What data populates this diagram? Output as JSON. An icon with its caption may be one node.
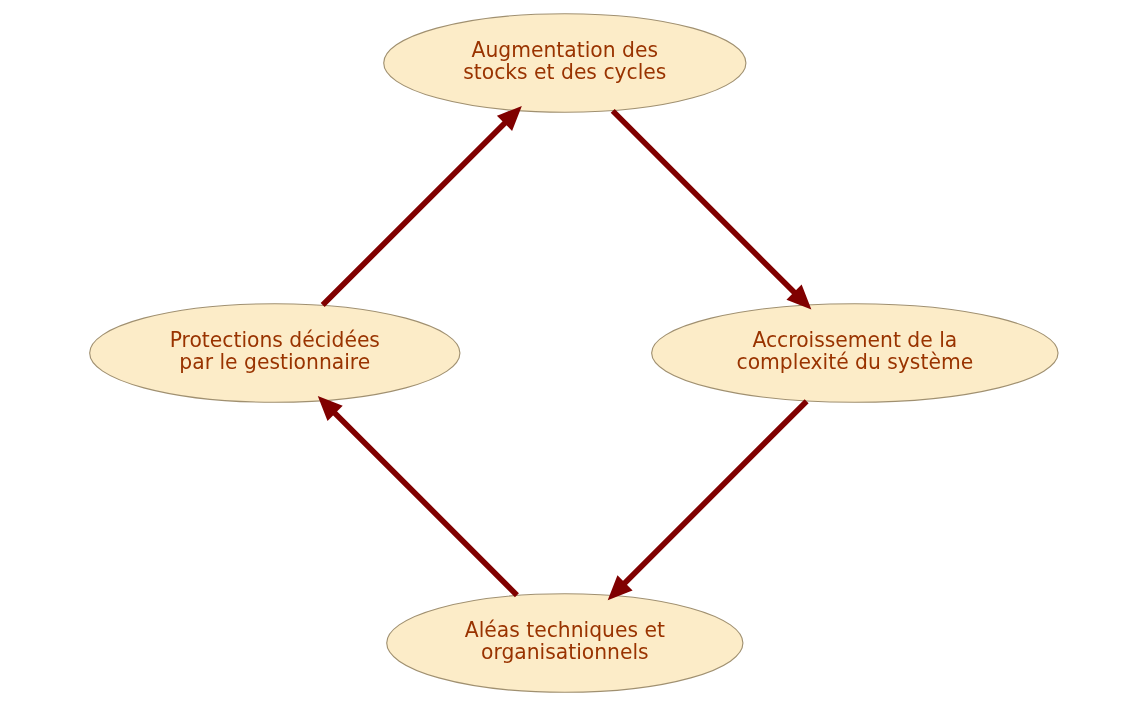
{
  "diagram": {
    "nodes": [
      {
        "text": [
          "Aléas techniques et organisationnels"
        ]
      },
      {
        "text": [
          "Protections décidées par le gestionnaire"
        ]
      },
      {
        "text": [
          "Augmentation des stocks et des cycles"
        ]
      },
      {
        "text": [
          "Accroissement de la complexité du système"
        ]
      }
    ],
    "edges": [
      {
        "from": 0,
        "to": 1,
        "arrow": "to"
      },
      {
        "from": 1,
        "to": 2,
        "arrow": "to"
      },
      {
        "from": 2,
        "to": 3,
        "arrow": "to"
      },
      {
        "from": 3,
        "to": 0,
        "arrow": "to"
      }
    ]
  }
}
